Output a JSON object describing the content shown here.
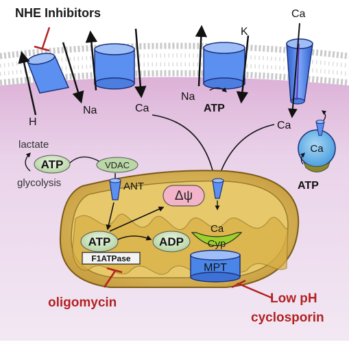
{
  "labels": {
    "nhe_inhibitors": "NHE Inhibitors",
    "h": "H",
    "na_1": "Na",
    "ca_1": "Ca",
    "na_2": "Na",
    "k": "K",
    "atp_pump": "ATP",
    "ca_top": "Ca",
    "ca_right": "Ca",
    "lactate": "lactate",
    "atp_glycolysis": "ATP",
    "glycolysis": "glycolysis",
    "vdac": "VDAC",
    "ant": "ANT",
    "delta_psi": "Δψ",
    "ca_mito": "Ca",
    "cyp": "Cyp",
    "atp_mito": "ATP",
    "adp": "ADP",
    "f1atpase": "F1ATPase",
    "mpt": "MPT",
    "ca_sr": "Ca",
    "atp_sr": "ATP",
    "oligomycin": "oligomycin",
    "low_ph": "Low pH",
    "cyclosporin": "cyclosporin"
  },
  "colors": {
    "channel_blue": "#4a86e8",
    "inhibitor_red": "#b22222",
    "atp_green": "#cfe3c1",
    "psi_pink": "#f4b6cc",
    "cyp_green": "#9bd12a",
    "mito_outer": "#d4b35a",
    "cytosol": "#e6cde6"
  }
}
